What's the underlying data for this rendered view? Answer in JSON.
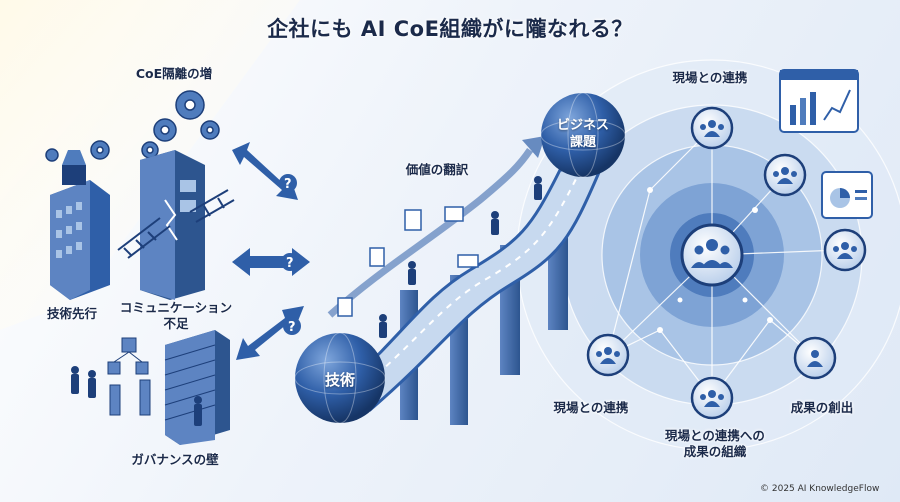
{
  "title": "企社にも AI CoE組織がに隴なれる？",
  "copyright": "© 2025 AI KnowledgeFlow",
  "left_panel": {
    "label_coe_isolation": "CoE隔離の増",
    "label_tech_first": "技術先行",
    "label_communication_line1": "コミュニケーション",
    "label_communication_line2": "不足",
    "label_governance_wall": "ガバナンスの壁"
  },
  "center_panel": {
    "label_value_translation": "価値の翻訳",
    "sphere_tech": "技術",
    "sphere_business_line1": "ビジネス",
    "sphere_business_line2": "課題"
  },
  "right_panel": {
    "label_top": "現場との連携",
    "label_bottom_left": "現場との連携",
    "label_bottom_right": "成果の創出",
    "label_bottom_center_line1": "現場との連携への",
    "label_bottom_center_line2": "成果の組織"
  },
  "colors": {
    "primary": "#2f5fa8",
    "dark": "#1d3f7a",
    "light": "#a9c4e6",
    "pale": "#dbe7f5"
  }
}
